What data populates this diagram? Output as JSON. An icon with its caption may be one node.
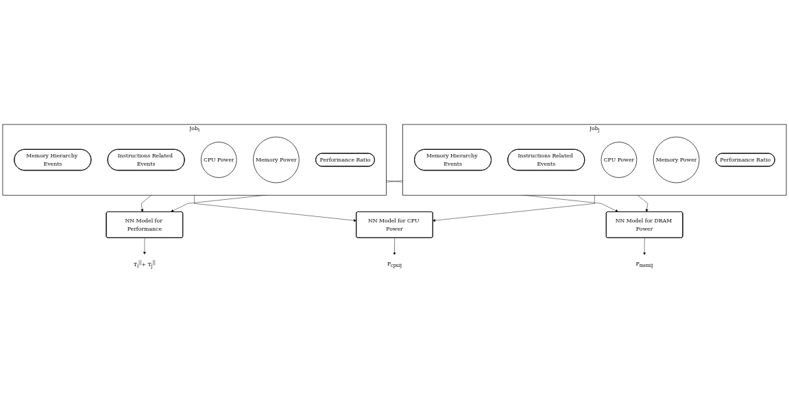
{
  "diagram": {
    "nodes": [
      {
        "text": [
          "Job$_{i}$"
        ]
      },
      {
        "text": [
          "Memory Hierarchy Events"
        ],
        "in": 0
      },
      {
        "text": [
          "Instructions Related Events"
        ],
        "in": 0
      },
      {
        "text": [
          "CPU Power"
        ],
        "in": 0
      },
      {
        "text": [
          "Memory Power"
        ],
        "in": 0
      },
      {
        "text": [
          "Performance Ratio"
        ],
        "in": 0
      },
      {
        "text": [
          "Job$_{j}$"
        ]
      },
      {
        "text": [
          "Memory Hierarchy Events"
        ],
        "in": 6
      },
      {
        "text": [
          "Instructions Related Events"
        ],
        "in": 6
      },
      {
        "text": [
          "CPU Power"
        ],
        "in": 6
      },
      {
        "text": [
          "Memory Power"
        ],
        "in": 6
      },
      {
        "text": [
          "Performance Ratio"
        ],
        "in": 6
      },
      {
        "text": [
          "NN Model for Performance"
        ]
      },
      {
        "text": [
          "NN Model for CPU Power"
        ]
      },
      {
        "text": [
          "NN Model for DRAM Power"
        ]
      },
      {
        "text": [
          "T$_{i}$$^{||}$+ T$_{j}$$^{||}$"
        ]
      },
      {
        "text": [
          "P$_{cpu}$$_{ij}$"
        ]
      },
      {
        "text": [
          "P$_{mem}$$_{ij}$"
        ]
      }
    ],
    "edges": [
      {
        "from": 0,
        "to": 12,
        "arrow": "to"
      },
      {
        "from": 0,
        "to": 13,
        "arrow": "to"
      },
      {
        "from": 0,
        "to": 14,
        "arrow": "to"
      },
      {
        "from": 6,
        "to": 12,
        "arrow": "to"
      },
      {
        "from": 6,
        "to": 13,
        "arrow": "to"
      },
      {
        "from": 6,
        "to": 14,
        "arrow": "to"
      },
      {
        "from": 12,
        "to": 15,
        "arrow": "to"
      },
      {
        "from": 13,
        "to": 16,
        "arrow": "to"
      },
      {
        "from": 14,
        "to": 17,
        "arrow": "to"
      }
    ]
  }
}
